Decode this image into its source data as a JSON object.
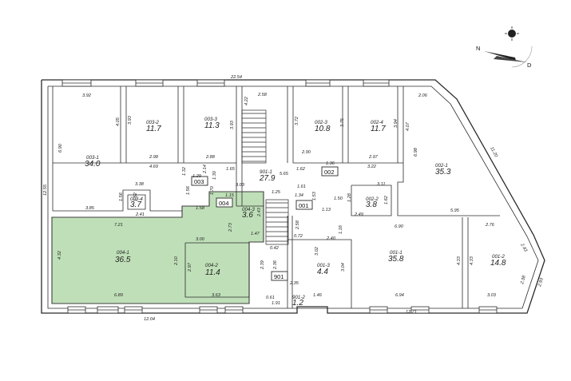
{
  "rooms": [
    {
      "id": "003-1",
      "area": "34.0"
    },
    {
      "id": "003-2",
      "area": "11.7"
    },
    {
      "id": "003-3",
      "area": "11.3"
    },
    {
      "id": "002-3",
      "area": "10.8"
    },
    {
      "id": "002-4",
      "area": "11.7"
    },
    {
      "id": "002-1",
      "area": "35.3"
    },
    {
      "id": "901-1",
      "area": "27.9"
    },
    {
      "id": "003-4",
      "area": "3.7"
    },
    {
      "id": "004-3",
      "area": "3.6"
    },
    {
      "id": "002-2",
      "area": "3.8"
    },
    {
      "id": "004-1",
      "area": "36.5"
    },
    {
      "id": "004-2",
      "area": "11.4"
    },
    {
      "id": "001-3",
      "area": "4.4"
    },
    {
      "id": "001-1",
      "area": "35.8"
    },
    {
      "id": "001-2",
      "area": "14.8"
    },
    {
      "id": "901-2",
      "area": "1.2"
    }
  ],
  "unit_tags": [
    "003",
    "004",
    "001",
    "002",
    "901"
  ],
  "dimensions": {
    "top_total": "22.54",
    "left_total": "12.55",
    "bottom_left": "12.04",
    "bottom_right": "12.71",
    "d1": "3.92",
    "d2": "6.90",
    "d3": "4.05",
    "d4": "3.93",
    "d5": "2.98",
    "d6": "2.88",
    "d7": "3.93",
    "d8": "4.22",
    "d9": "2.58",
    "d10": "3.72",
    "d11": "3.75",
    "d12": "2.90",
    "d13": "2.97",
    "d14": "3.94",
    "d15": "2.06",
    "d16": "4.07",
    "d17": "6.98",
    "d18": "11.20",
    "d19": "4.69",
    "d20": "1.32",
    "d21": "2.14",
    "d22": "1.65",
    "d23": "5.65",
    "d24": "1.62",
    "d25": "1.36",
    "d26": "3.22",
    "d27": "3.38",
    "d28": "1.56",
    "d29": "1.52",
    "d30": "1.56",
    "d31": "1.29",
    "d32": "1.30",
    "d33": "3.03",
    "d34": "1.25",
    "d35": "1.61",
    "d36": "1.53",
    "d37": "3.11",
    "d38": "1.34",
    "d39": "1.50",
    "d40": "3.85",
    "d41": "2.41",
    "d42": "1.15",
    "d43": "1.58",
    "d44": "2.43",
    "d45": "1.28",
    "d46": "1.62",
    "d47": "2.49",
    "d48": "5.95",
    "d49": "7.21",
    "d50": "2.73",
    "d51": "1.47",
    "d52": "3.00",
    "d53": "2.58",
    "d54": "1.13",
    "d55": "6.90",
    "d56": "2.76",
    "d57": "4.32",
    "d58": "2.10",
    "d59": "2.97",
    "d60": "0.72",
    "d61": "2.40",
    "d62": "1.16",
    "d63": "0.42",
    "d64": "2.36",
    "d65": "3.02",
    "d66": "3.04",
    "d67": "4.33",
    "d68": "4.33",
    "d69": "2.39",
    "d70": "2.35",
    "d71": "1.46",
    "d72": "6.89",
    "d73": "3.63",
    "d74": "1.91",
    "d75": "6.94",
    "d76": "3.03",
    "d77": "2.38",
    "d78": "2.93",
    "d79": "2.43",
    "d80": "0.61",
    "d81": "1.70"
  },
  "compass": {
    "north_letter": "N",
    "south_letter": "D"
  },
  "colors": {
    "highlight": "#b9dcb1",
    "wall": "#2b2b2b"
  }
}
